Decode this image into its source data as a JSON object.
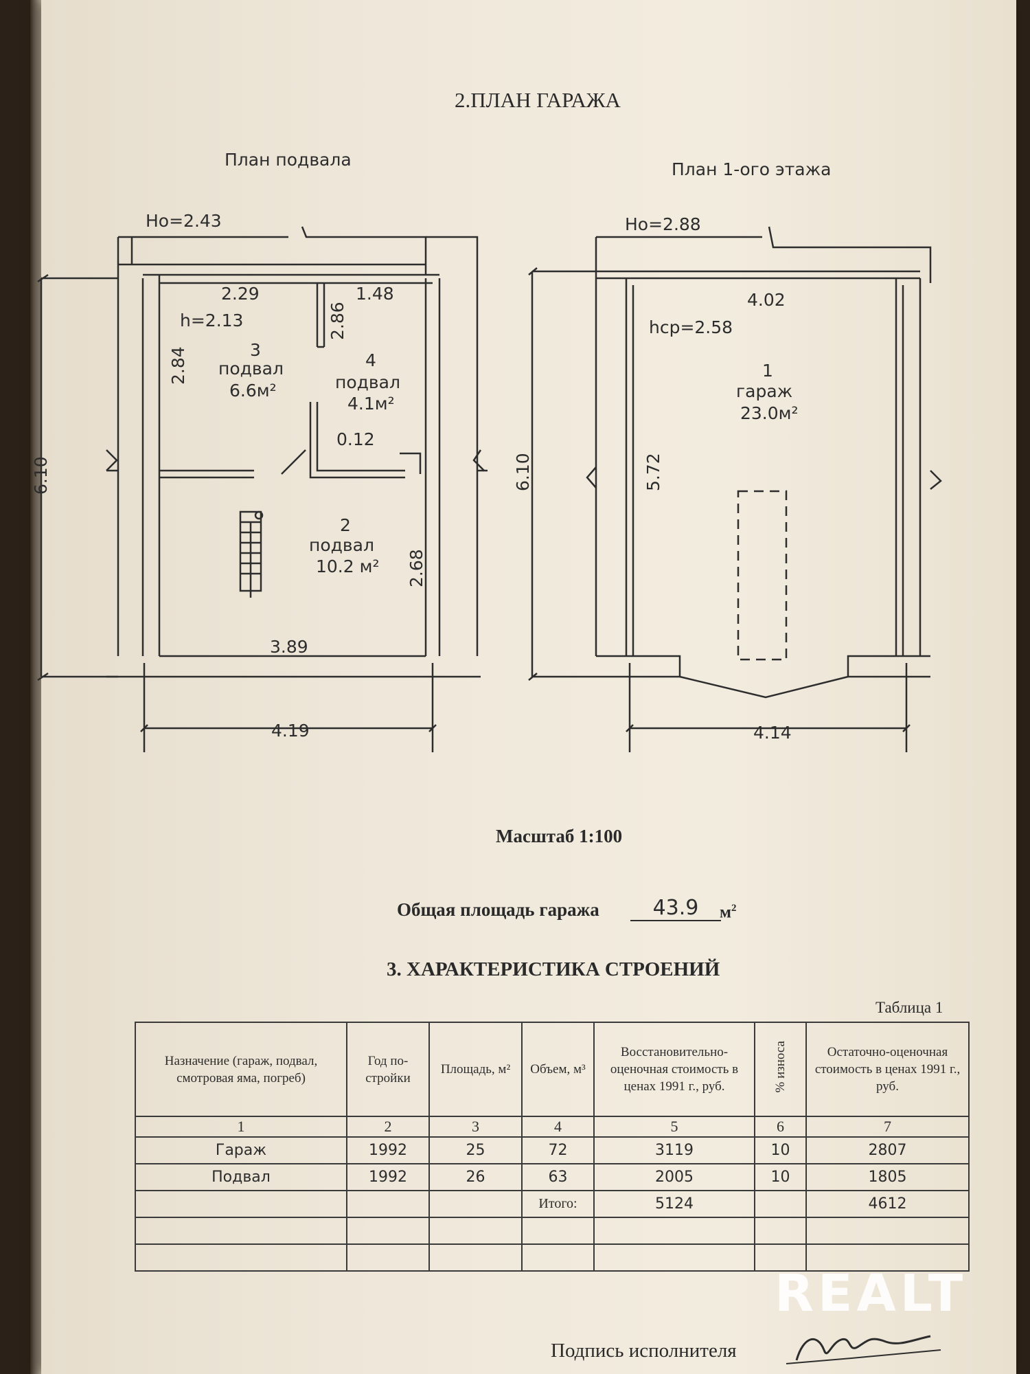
{
  "document": {
    "title": "2.ПЛАН ГАРАЖА",
    "basement_plan_title": "План подвала",
    "first_floor_plan_title": "План 1-ого этажа",
    "scale": "Масштаб 1:100",
    "total_area_label": "Общая площадь гаража",
    "total_area_value": "43.9",
    "total_area_unit": "м",
    "total_area_unit_sup": "2",
    "section_title": "3. ХАРАКТЕРИСТИКА СТРОЕНИЙ",
    "table_label": "Таблица 1",
    "signature_label": "Подпись исполнителя",
    "watermark": "REALT"
  },
  "basement": {
    "h0": "Ho=2.43",
    "h": "h=2.13",
    "dims": {
      "top_left": "2.29",
      "top_right": "1.48",
      "left": "2.84",
      "partition": "2.86",
      "wall": "0.12",
      "right": "2.68",
      "bottom": "3.89",
      "outer_width": "4.19",
      "outer_height": "6.10"
    },
    "rooms": [
      {
        "num": "3",
        "name": "подвал",
        "area": "6.6м²"
      },
      {
        "num": "4",
        "name": "подвал",
        "area": "4.1м²"
      },
      {
        "num": "2",
        "name": "подвал",
        "area": "10.2 м²"
      }
    ]
  },
  "first_floor": {
    "h0": "Ho=2.88",
    "hcp": "hср=2.58",
    "dims": {
      "top": "4.02",
      "left": "5.72",
      "outer_width": "4.14",
      "outer_height": "6.10"
    },
    "room": {
      "num": "1",
      "name": "гараж",
      "area": "23.0м²"
    }
  },
  "table": {
    "headers": [
      "Назначение (гараж, подвал, смотровая яма, погреб)",
      "Год по-стройки",
      "Площадь, м²",
      "Объем, м³",
      "Восстановительно-оценочная стоимость в ценах 1991 г., руб.",
      "% износа",
      "Остаточно-оценочная стоимость в ценах 1991 г., руб."
    ],
    "col_numbers": [
      "1",
      "2",
      "3",
      "4",
      "5",
      "6",
      "7"
    ],
    "rows": [
      [
        "Гараж",
        "1992",
        "25",
        "72",
        "3119",
        "10",
        "2807"
      ],
      [
        "Подвал",
        "1992",
        "26",
        "63",
        "2005",
        "10",
        "1805"
      ],
      [
        "",
        "",
        "",
        "Итого:",
        "5124",
        "",
        "4612"
      ],
      [
        "",
        "",
        "",
        "",
        "",
        "",
        ""
      ],
      [
        "",
        "",
        "",
        "",
        "",
        "",
        ""
      ]
    ]
  }
}
